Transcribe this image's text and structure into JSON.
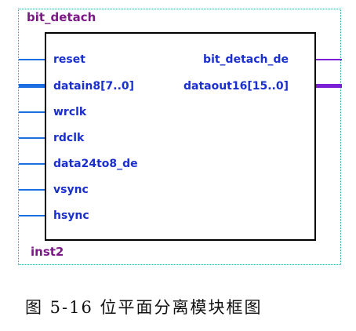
{
  "component": {
    "name": "bit_detach",
    "instance": "inst2"
  },
  "inputs": [
    {
      "label": "reset",
      "bus": false
    },
    {
      "label": "datain8[7..0]",
      "bus": true
    },
    {
      "label": "wrclk",
      "bus": false
    },
    {
      "label": "rdclk",
      "bus": false
    },
    {
      "label": "data24to8_de",
      "bus": false
    },
    {
      "label": "vsync",
      "bus": false
    },
    {
      "label": "hsync",
      "bus": false
    }
  ],
  "outputs": [
    {
      "label": "bit_detach_de",
      "bus": false
    },
    {
      "label": "dataout16[15..0]",
      "bus": true
    }
  ],
  "caption": "图 5-16 位平面分离模块框图",
  "colors": {
    "input_wire": "#1b6fe0",
    "output_wire": "#7a1fd6",
    "port_text": "#1a2fcf",
    "name_text": "#7b1a86",
    "frame": "#2aa7a7"
  }
}
